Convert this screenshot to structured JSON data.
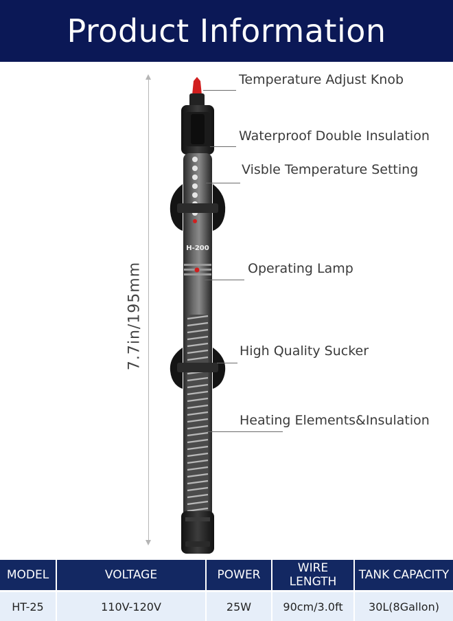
{
  "header": {
    "title": "Product Information"
  },
  "dimension": {
    "label": "7.7in/195mm"
  },
  "product": {
    "model_marking": "H-200"
  },
  "callouts": [
    {
      "label": "Temperature Adjust Knob"
    },
    {
      "label": "Waterproof Double Insulation"
    },
    {
      "label": "Visble Temperature Setting"
    },
    {
      "label": "Operating Lamp"
    },
    {
      "label": "High Quality Sucker"
    },
    {
      "label": "Heating Elements&Insulation"
    }
  ],
  "specs": {
    "headers": [
      "MODEL",
      "VOLTAGE",
      "POWER",
      "WIRE LENGTH",
      "TANK CAPACITY"
    ],
    "rows": [
      [
        "HT-25",
        "110V-120V",
        "25W",
        "90cm/3.0ft",
        "30L(8Gallon)"
      ]
    ]
  },
  "colors": {
    "banner": "#0b1856",
    "table_header": "#132862",
    "table_row": "#e6eef9",
    "indicator_red": "#d11f1f"
  }
}
